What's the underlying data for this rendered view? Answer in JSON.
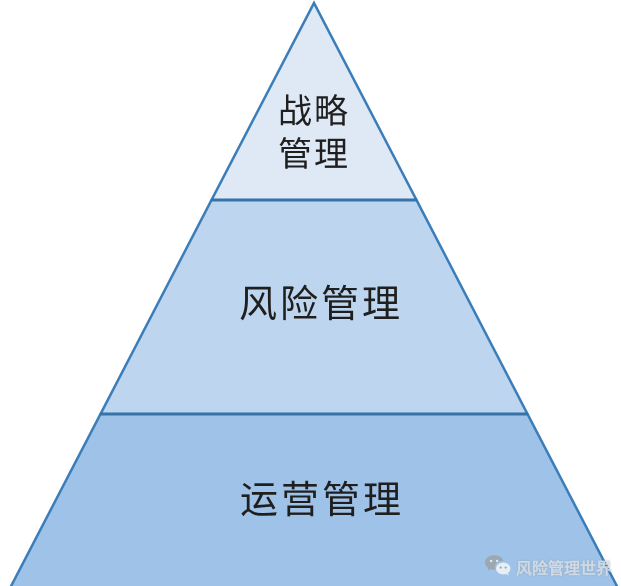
{
  "diagram": {
    "type": "pyramid",
    "tiers": [
      {
        "id": "strategic",
        "label": "战略管理",
        "lines": [
          "战略",
          "管理"
        ],
        "fill": "#dfe9f6"
      },
      {
        "id": "risk",
        "label": "风险管理",
        "lines": [
          "风险管理"
        ],
        "fill": "#bdd5ee"
      },
      {
        "id": "operations",
        "label": "运营管理",
        "lines": [
          "运营管理"
        ],
        "fill": "#9fc2e8"
      }
    ],
    "colors": {
      "border": "#3b7db8",
      "divider": "#3473ab",
      "label_text": "#1f1f1f",
      "background": "#ffffff"
    }
  },
  "watermark": {
    "text": "风险管理世界",
    "icon": "wechat-chat-bubbles-icon",
    "text_color": "#d9dee3"
  }
}
